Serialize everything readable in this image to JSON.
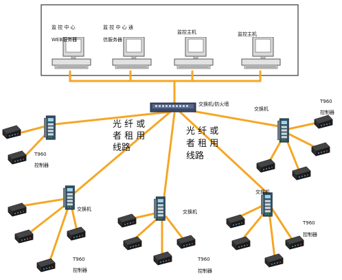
{
  "diagram": {
    "monitor_room": {
      "computers": [
        {
          "line1": "监 控 中 心",
          "line2": "WEB服务器"
        },
        {
          "line1": "监 控 中 心 通",
          "line2": "信服务器"
        },
        {
          "line1": "监控主机",
          "line2": ""
        },
        {
          "line1": "监控主机",
          "line2": ""
        }
      ]
    },
    "core_switch_label": "交换机/防火墙",
    "fiber_label_left": [
      "光 纤 或",
      "者 租 用",
      "线路"
    ],
    "fiber_label_right": [
      "光 纤 或",
      "者 租 用",
      "线路"
    ],
    "switch_label": "交换机",
    "controller_label": "T960",
    "controller_suffix": "控制器",
    "colors": {
      "link": "#f5a623",
      "frame": "#333333",
      "switch_body": "#2f4f63",
      "core_switch": "#3a4a6a"
    }
  }
}
